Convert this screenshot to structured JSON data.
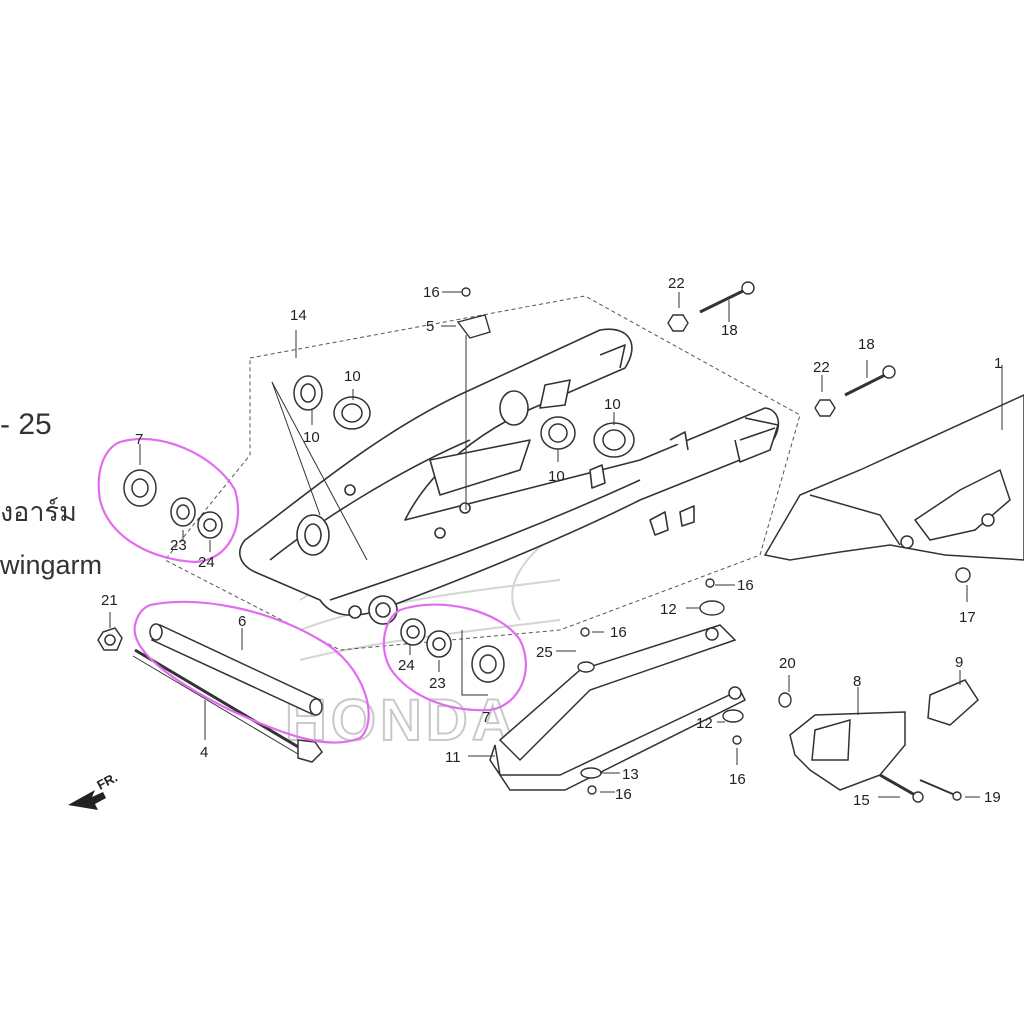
{
  "header": {
    "code_text": "- 25",
    "thai_text": "งอาร์ม",
    "english_text": "wingarm"
  },
  "watermark": {
    "text": "HONDA"
  },
  "front_indicator": {
    "text": "FR."
  },
  "callouts": [
    "1",
    "4",
    "5",
    "6",
    "7",
    "7",
    "8",
    "9",
    "10",
    "10",
    "10",
    "10",
    "11",
    "12",
    "12",
    "13",
    "14",
    "15",
    "16",
    "16",
    "16",
    "16",
    "16",
    "17",
    "18",
    "18",
    "19",
    "20",
    "21",
    "22",
    "22",
    "23",
    "23",
    "24",
    "24",
    "25"
  ],
  "highlight_color": "#e26cf0",
  "line_color": "#333333"
}
